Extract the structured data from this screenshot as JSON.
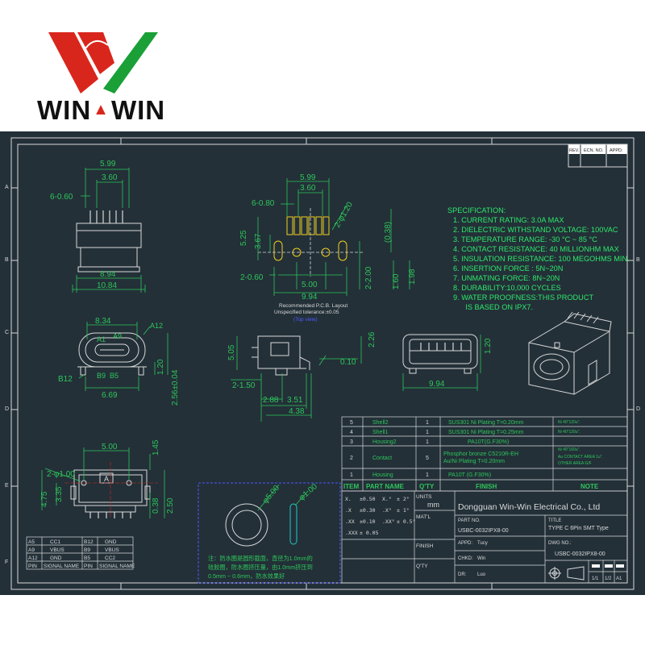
{
  "brand": {
    "left": "WIN",
    "sep": "▲",
    "right": "WIN"
  },
  "colors": {
    "red": "#d9261c",
    "green": "#1aa037",
    "bg": "#233038",
    "line": "#d8d8d8",
    "dim": "#2ec55a",
    "spec": "#2ee86a",
    "blue": "#4f59ff",
    "cyan": "#22c8c8"
  },
  "rev_header": {
    "rev": "REV.",
    "ecn": "ECN. NO.",
    "appd": "APPD."
  },
  "grid": {
    "rows": [
      "A",
      "B",
      "C",
      "D",
      "E",
      "F"
    ]
  },
  "top_view": {
    "d1": "5.99",
    "d2": "3.60",
    "d3": "6-0.60",
    "d4": "8.94",
    "d5": "10.84"
  },
  "pcb": {
    "d1": "5.99",
    "d2": "3.60",
    "d3": "6-0.80",
    "d4": "5.25",
    "d5": "3.67",
    "d6": "2-φ1.20",
    "d7": "(0.38)",
    "d8": "2-0.60",
    "d9": "5.00",
    "d10": "9.94",
    "d11": "2-2.00",
    "d12": "1.60",
    "d13": "1.98",
    "note1": "Recommended P.C.B. Layout",
    "note2": "Unspecified tolerance:±0.05",
    "note3": "(Top view)"
  },
  "spec": {
    "title": "SPECIFICATION:",
    "lines": [
      "1. CURRENT RATING: 3.0A MAX",
      "2. DIELECTRIC WITHSTAND VOLTAGE: 100VAC",
      "3. TEMPERATURE RANGE: -30 °C ~ 85 °C",
      "4. CONTACT RESISTANCE: 40 MILLIONHM MAX",
      "5. INSULATION RESISTANCE: 100 MEGOHMS MIN.",
      "6.  INSERTION FORCE : 5N~20N",
      "7.  UNMATING FORCE: 8N~20N",
      "8.  DURABILITY:10,000 CYCLES",
      "9.  WATER PROOFNESS:THIS PRODUCT",
      "      IS BASED ON IPX7."
    ]
  },
  "front": {
    "d1": "8.34",
    "d2": "A1",
    "d3": "A9",
    "d4": "A12",
    "d5": "B12",
    "d6": "B9",
    "d7": "B5",
    "d8": "6.69",
    "d9": "1.20",
    "d10": "2.56±0.04"
  },
  "side": {
    "d1": "5.05",
    "d2": "2.26",
    "d3": "0.10",
    "d4": "2-1.50",
    "d5": "2.88",
    "d6": "3.51",
    "d7": "4.38"
  },
  "rear": {
    "d1": "1.20",
    "d2": "9.94"
  },
  "bottom": {
    "d1": "5.00",
    "d2": "2-φ1.00",
    "d3": "1.45",
    "d4": "4.75",
    "d5": "3.35",
    "d6": "0.38",
    "d7": "2.50",
    "mark": "A"
  },
  "pin_table": {
    "rows": [
      [
        "A5",
        "CC1",
        "B12",
        "GND"
      ],
      [
        "A9",
        "VBUS",
        "B9",
        "VBUS"
      ],
      [
        "A12",
        "GND",
        "B5",
        "CC2"
      ],
      [
        "PIN",
        "SIGNAL NAME",
        "PIN",
        "SIGNAL NAME"
      ]
    ]
  },
  "ring_note": {
    "d1": "φ5.00",
    "d2": "φ1.00",
    "text1": "注：防水圈是圆形截面，直径为1.0mm的",
    "text2": "硅胶圈，防水圈挤压量，由1.0mm挤压到",
    "text3": "0.5mm ~ 0.6mm，防水效果好"
  },
  "bom": {
    "rows": [
      [
        "5",
        "Shell2",
        "1",
        "SUS301  Ni   Plating  T=0.20mm",
        "Ni 40\"120u\"."
      ],
      [
        "4",
        "Shell1",
        "1",
        "SUS301  Ni   Plating  T=0.25mm",
        "Ni 40\"120u\"."
      ],
      [
        "3",
        "Housing2",
        "1",
        "PA10T(G.F30%)",
        ""
      ],
      [
        "2",
        "Contact",
        "5",
        "Phosphor bronze C5210R-EH|Au/Ni  Plating  T=0.20mm",
        "Ni 40\"160u\".|Au CONTACT AREA 1u\".|OTHER AREA G/F"
      ],
      [
        "1",
        "Housing",
        "1",
        "PA10T (G.F30%)",
        ""
      ]
    ],
    "header": [
      "ITEM",
      "PART  NAME",
      "Q'TY",
      "FINISH",
      "NOTE"
    ]
  },
  "title_block": {
    "tol": [
      [
        "X.",
        "±0.50",
        "X.°",
        "± 2°"
      ],
      [
        ".X",
        "±0.30",
        ".X°",
        "± 1°"
      ],
      [
        ".XX",
        "±0.10",
        ".XX°",
        "± 0.5°"
      ],
      [
        ".XXX",
        "± 0.05",
        "",
        ""
      ]
    ],
    "units": "UNITS",
    "mm": "mm",
    "matl": "MAT'L",
    "finish": "FINISH",
    "qty": "Q'TY",
    "company": "Dongguan Win-Win Electrical Co., Ltd",
    "part_no_label": "PART NO.",
    "part_no": "USBC-0032IPX8-00",
    "title_label": "TITLE",
    "title": "TYPE C 6Pin  SMT Type",
    "appd_label": "APPD:",
    "appd": "Tucy",
    "chkd_label": "CHKD:",
    "chkd": "Win",
    "dr_label": "DR:",
    "dr": "Luo",
    "dwg_label": "DWG NO.:",
    "dwg": "USBC-0032IPX8-00",
    "scale": "1/1",
    "sheet": "1/2",
    "size": "A1"
  }
}
